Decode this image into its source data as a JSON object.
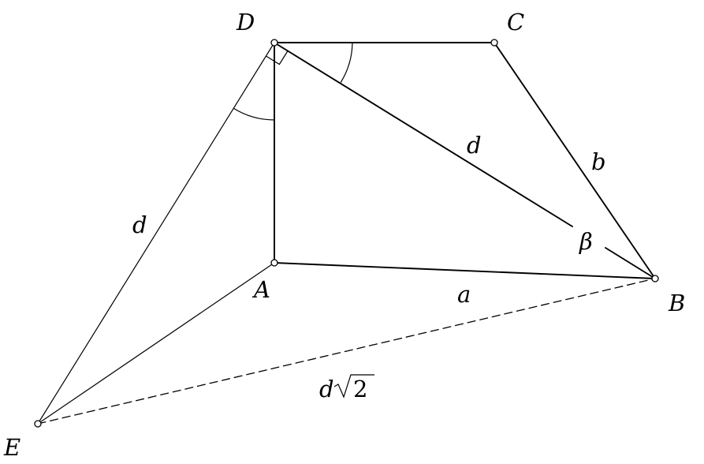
{
  "points": {
    "A": "A",
    "B": "B",
    "C": "C",
    "D": "D",
    "E": "E"
  },
  "labels": {
    "diagonal_DB": "d",
    "side_ED": "d",
    "side_AB": "a",
    "side_CB": "b",
    "angle_B": "β",
    "dashed_EB_coef": "d",
    "dashed_EB_radicand": "2"
  }
}
